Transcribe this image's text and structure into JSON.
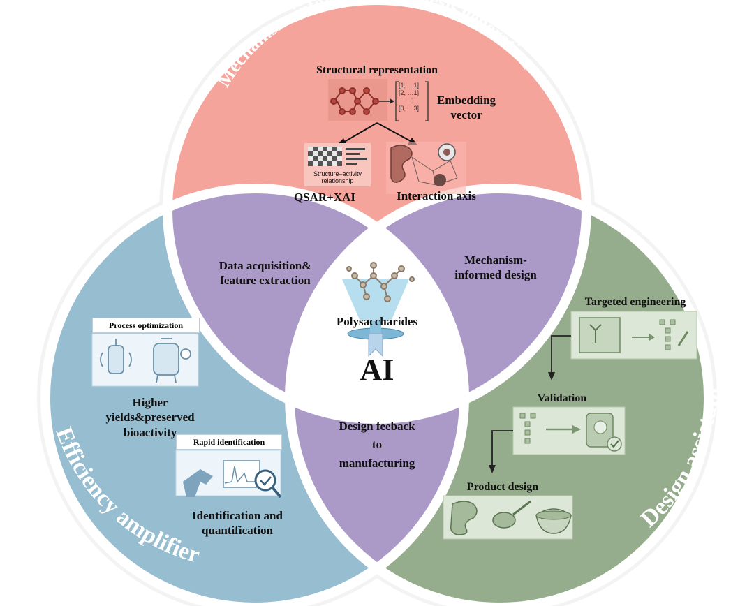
{
  "center": {
    "ai_label": "AI",
    "core_label": "Polysaccharides"
  },
  "top_circle": {
    "arc_title": "Mechanism-informed hypothesis generation",
    "structural_representation": "Structural representation",
    "embedding_vector_line1": "Embedding",
    "embedding_vector_line2": "vector",
    "vector_rows": [
      "[1, …1]",
      "[2, …1]",
      "⋮",
      "[0, …3]"
    ],
    "qsar_caption_line1": "Structure–activity",
    "qsar_caption_line2": "relationship",
    "qsar_label": "QSAR+XAI",
    "interaction_label": "Interaction axis",
    "color": "#f4a49b"
  },
  "left_circle": {
    "arc_title": "Efficiency amplifier",
    "process_optimization": "Process optimization",
    "yields_line1": "Higher",
    "yields_line2": "yields&preserved",
    "yields_line3": "bioactivity",
    "rapid_identification": "Rapid identification",
    "ident_line1": "Identification and",
    "ident_line2": "quantification",
    "color": "#97bdd0"
  },
  "right_circle": {
    "arc_title": "Design assistant",
    "targeted_engineering": "Targeted engineering",
    "validation": "Validation",
    "product_design": "Product design",
    "color": "#95ad8c"
  },
  "overlaps": {
    "top_left_line1": "Data acquisition&",
    "top_left_line2": "feature extraction",
    "top_right_line1": "Mechanism-",
    "top_right_line2": "informed design",
    "bottom_line1": "Design feeback",
    "bottom_line2": "to",
    "bottom_line3": "manufacturing",
    "color": "#ab9ac8"
  }
}
